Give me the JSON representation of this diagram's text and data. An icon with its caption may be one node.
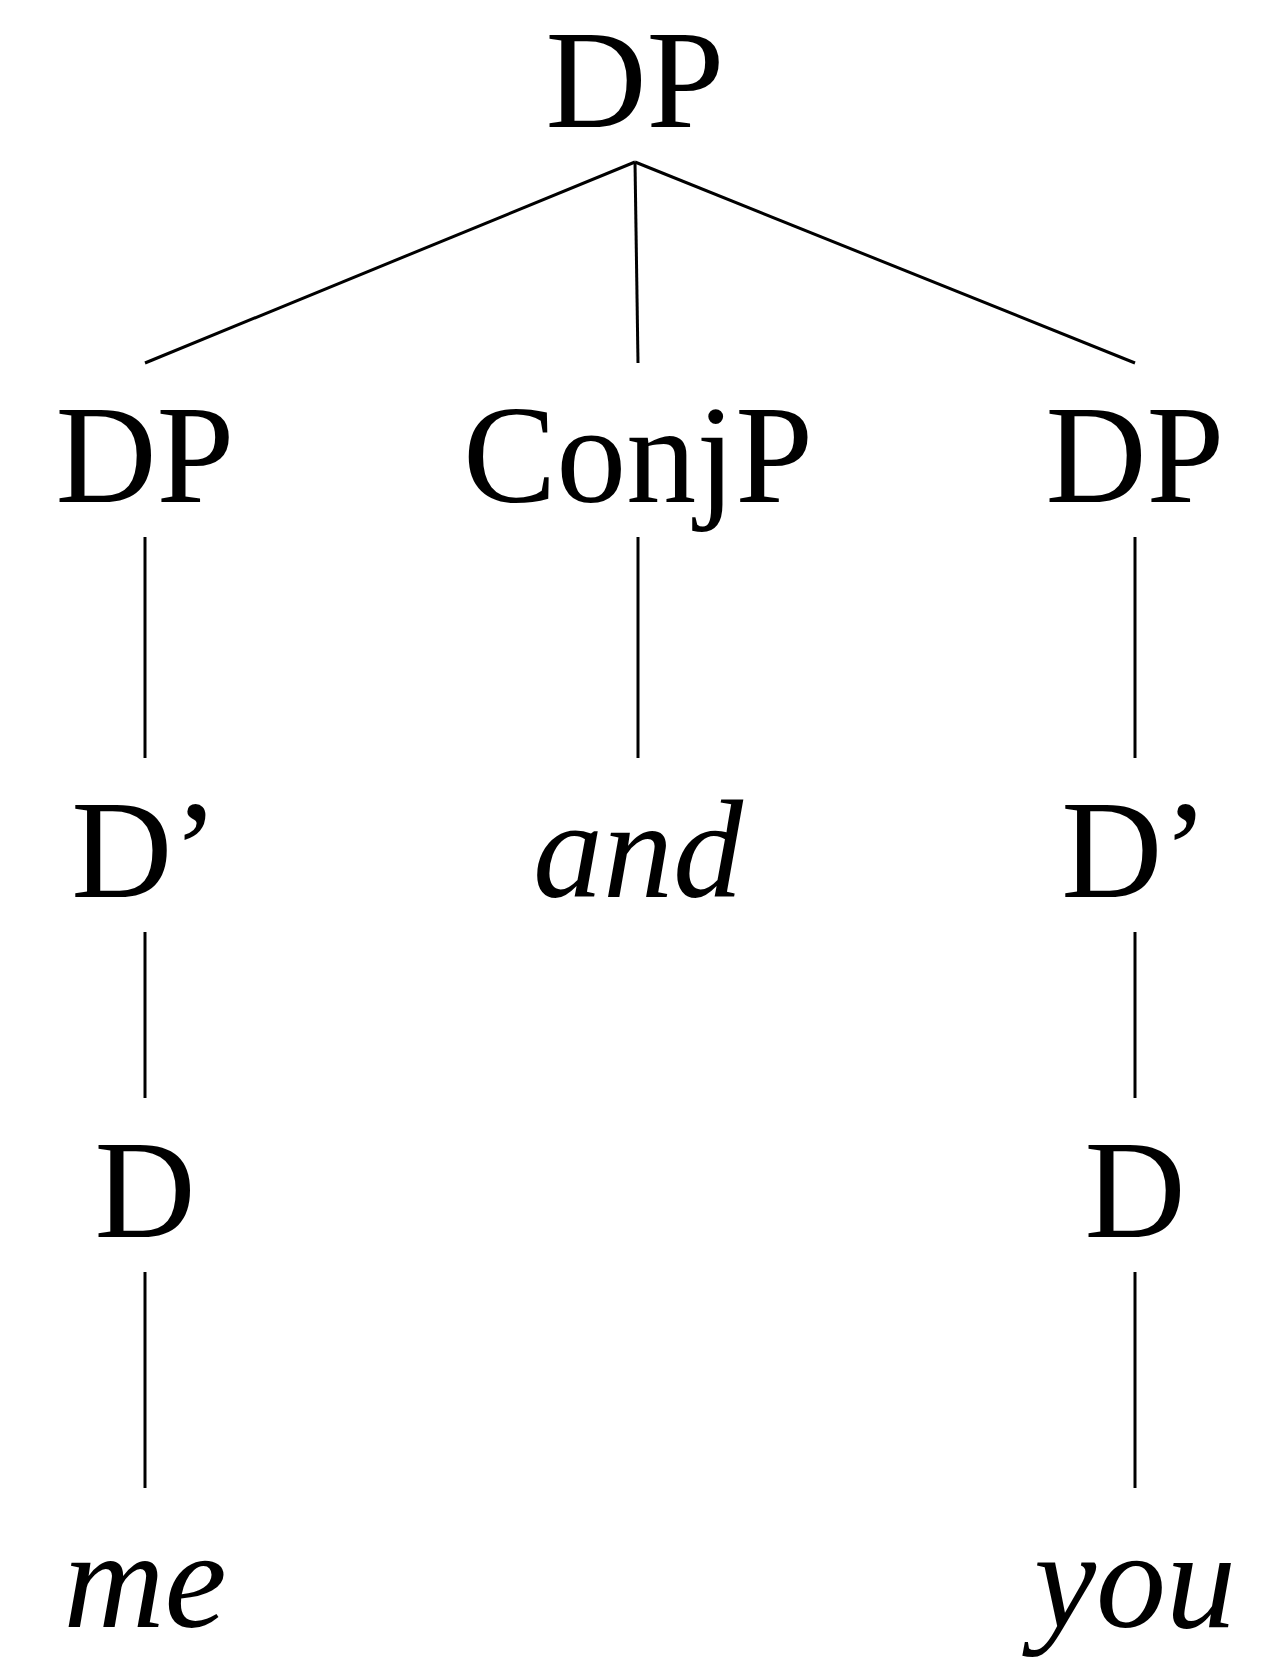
{
  "diagram": {
    "nodes": [
      {
        "text": [
          "DP"
        ]
      },
      {
        "text": [
          "DP"
        ]
      },
      {
        "text": [
          "ConjP"
        ]
      },
      {
        "text": [
          "DP"
        ]
      },
      {
        "text": [
          "D’"
        ]
      },
      {
        "text": [
          "and"
        ]
      },
      {
        "text": [
          "D’"
        ]
      },
      {
        "text": [
          "D"
        ]
      },
      {
        "text": [
          "D"
        ]
      },
      {
        "text": [
          "me"
        ]
      },
      {
        "text": [
          "you"
        ]
      }
    ],
    "edges": [
      {
        "from": 0,
        "to": 1,
        "arrow": "none"
      },
      {
        "from": 0,
        "to": 2,
        "arrow": "none"
      },
      {
        "from": 0,
        "to": 3,
        "arrow": "none"
      },
      {
        "from": 1,
        "to": 4,
        "arrow": "none"
      },
      {
        "from": 2,
        "to": 5,
        "arrow": "none"
      },
      {
        "from": 3,
        "to": 6,
        "arrow": "none"
      },
      {
        "from": 4,
        "to": 7,
        "arrow": "none"
      },
      {
        "from": 6,
        "to": 8,
        "arrow": "none"
      },
      {
        "from": 7,
        "to": 9,
        "arrow": "none"
      },
      {
        "from": 8,
        "to": 10,
        "arrow": "none"
      }
    ]
  }
}
